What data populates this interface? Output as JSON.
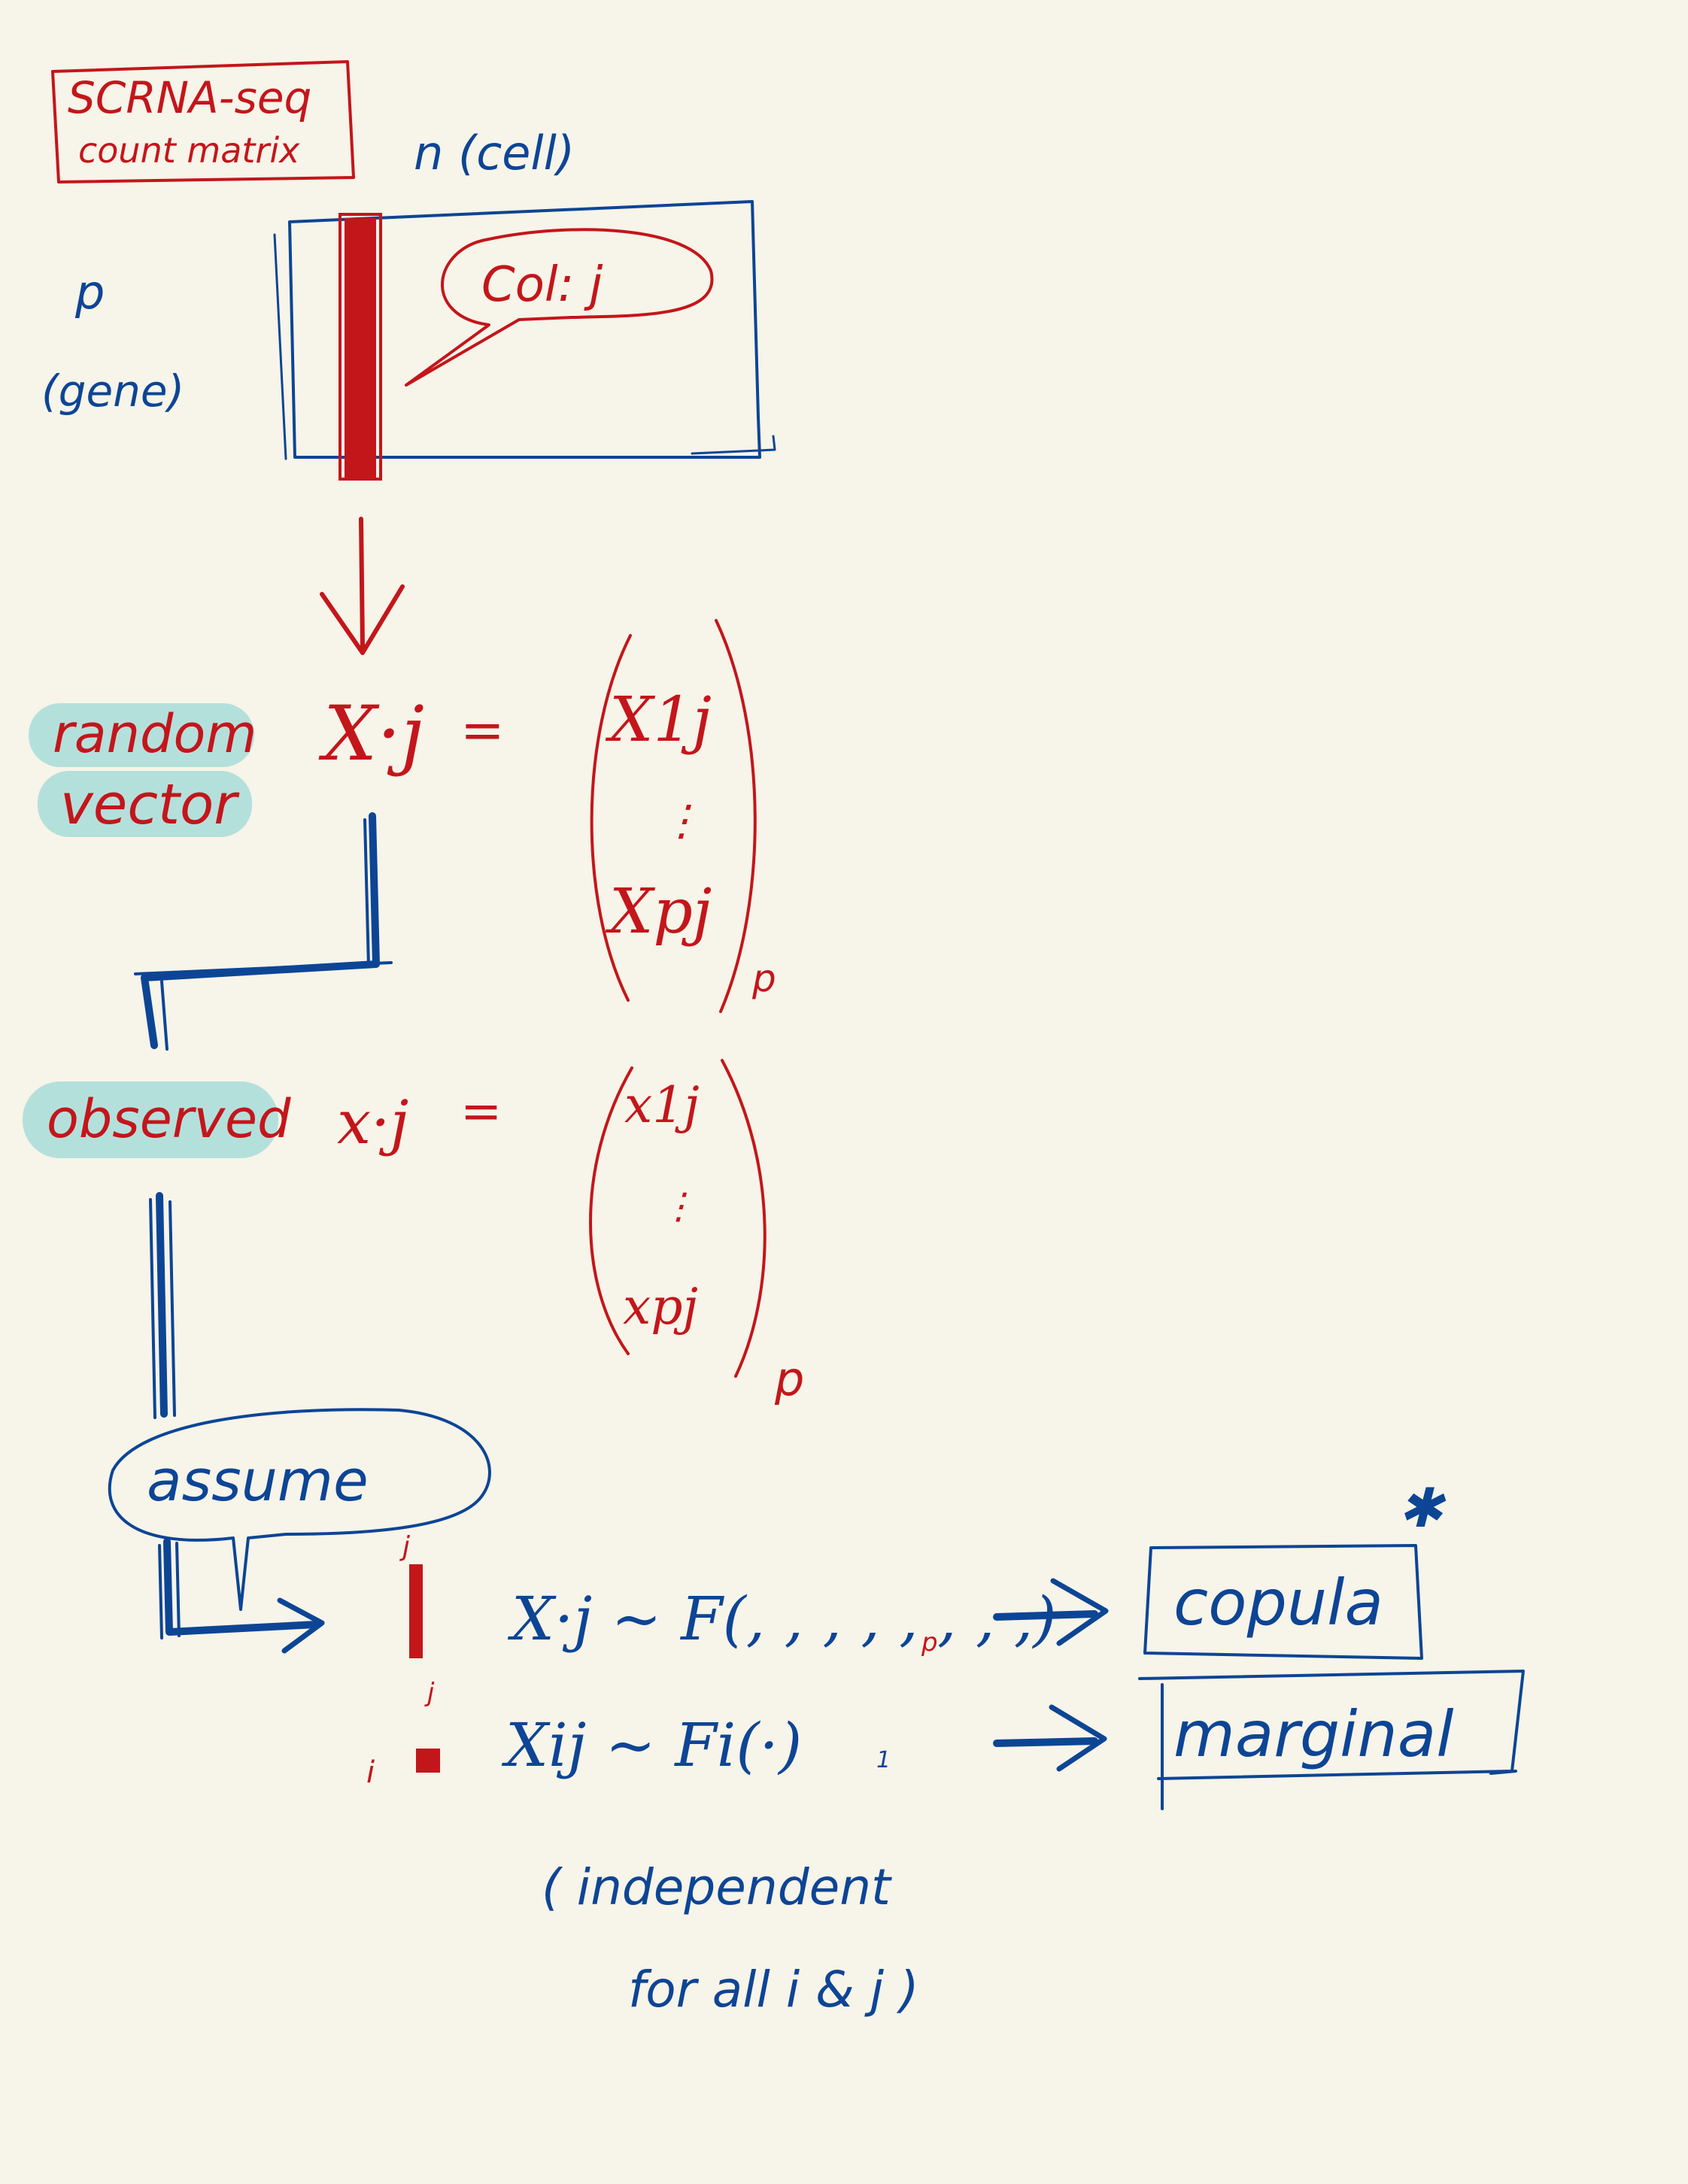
{
  "title_box": {
    "line1": "SCRNA-seq",
    "line2": "count matrix"
  },
  "matrix": {
    "n_label": "n (cell)",
    "p_label": "p",
    "gene_label": "(gene)",
    "bubble": "Col: j"
  },
  "random_vector": {
    "label1": "random",
    "label2": "vector",
    "lhs": "X·j",
    "eq": "=",
    "top": "X1j",
    "dots": "⋮",
    "bottom": "Xpj",
    "dim": "p"
  },
  "observed": {
    "label": "observed",
    "lhs": "x·j",
    "eq": "=",
    "top": "x1j",
    "dots": "⋮",
    "bottom": "xpj",
    "dim": "p"
  },
  "assume": {
    "bubble": "assume"
  },
  "joint": {
    "j_mark": "j",
    "formula": "X·j ~ F(, , , , , , , ,)",
    "sub": "p",
    "target": "copula",
    "star": "✱"
  },
  "marginal": {
    "i_mark": "i",
    "j_mark": "j",
    "formula": "Xij ~ Fi(·)",
    "sub": "1",
    "target": "marginal"
  },
  "note": {
    "line1": "( independent",
    "line2": "for all i & j )"
  },
  "colors": {
    "red": "#c3161b",
    "blue": "#0d4595",
    "highlight": "#a8dcd9",
    "paper": "#f7f4e9"
  }
}
